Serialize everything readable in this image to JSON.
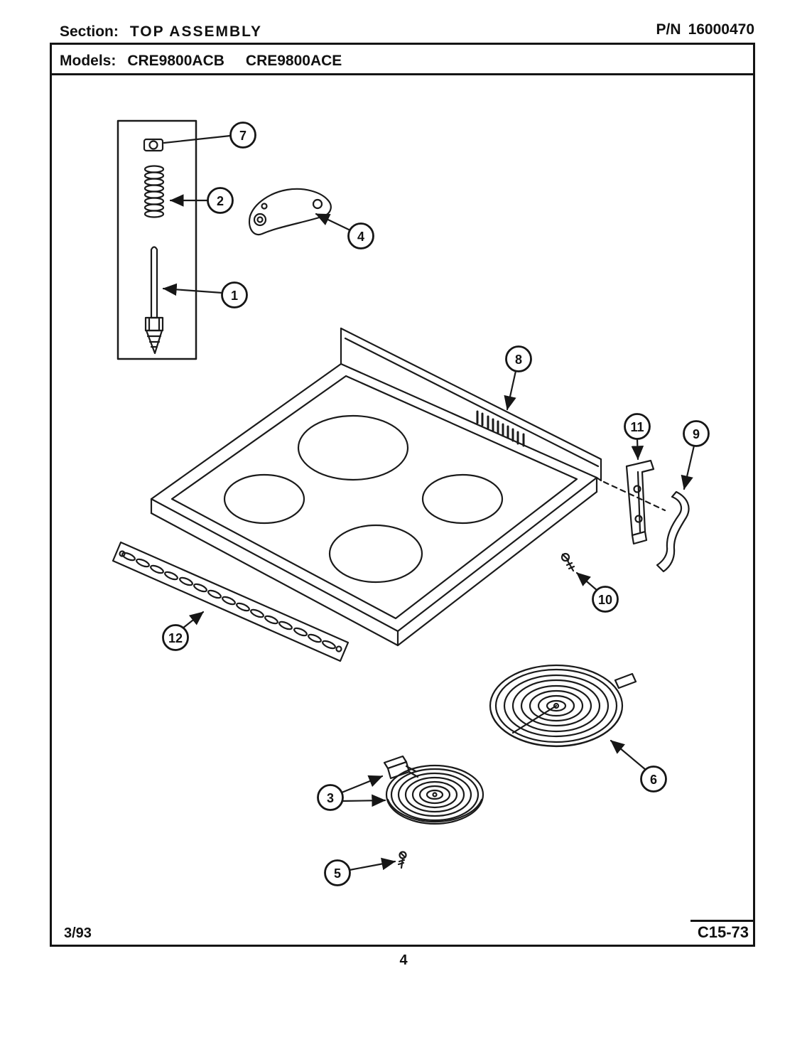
{
  "header": {
    "section_label": "Section:",
    "section_title": "TOP ASSEMBLY",
    "part_number_label": "P/N",
    "part_number": "16000470",
    "models_label": "Models:",
    "model_1": "CRE9800ACB",
    "model_2": "CRE9800ACE"
  },
  "footer": {
    "revision_date": "3/93",
    "page_code": "C15-73",
    "page_number": "4"
  },
  "diagram": {
    "callouts": {
      "1": "1",
      "2": "2",
      "3": "3",
      "4": "4",
      "5": "5",
      "6": "6",
      "7": "7",
      "8": "8",
      "9": "9",
      "10": "10",
      "11": "11",
      "12": "12"
    }
  }
}
